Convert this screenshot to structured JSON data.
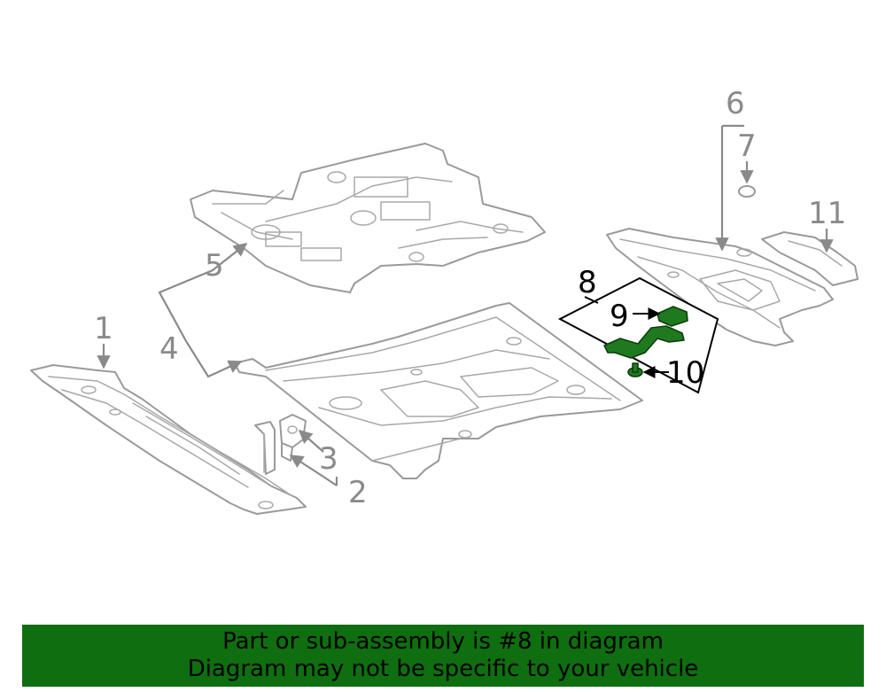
{
  "callouts": {
    "c1": "1",
    "c2": "2",
    "c3": "3",
    "c4": "4",
    "c5": "5",
    "c6": "6",
    "c7": "7",
    "c8": "8",
    "c9": "9",
    "c10": "10",
    "c11": "11"
  },
  "highlight": {
    "part_number": "8",
    "color": "#1f7a1f"
  },
  "banner": {
    "line1": "Part or sub-assembly is #8 in diagram",
    "line2": "Diagram may not be specific to your vehicle",
    "color": "#0f6e0f"
  }
}
